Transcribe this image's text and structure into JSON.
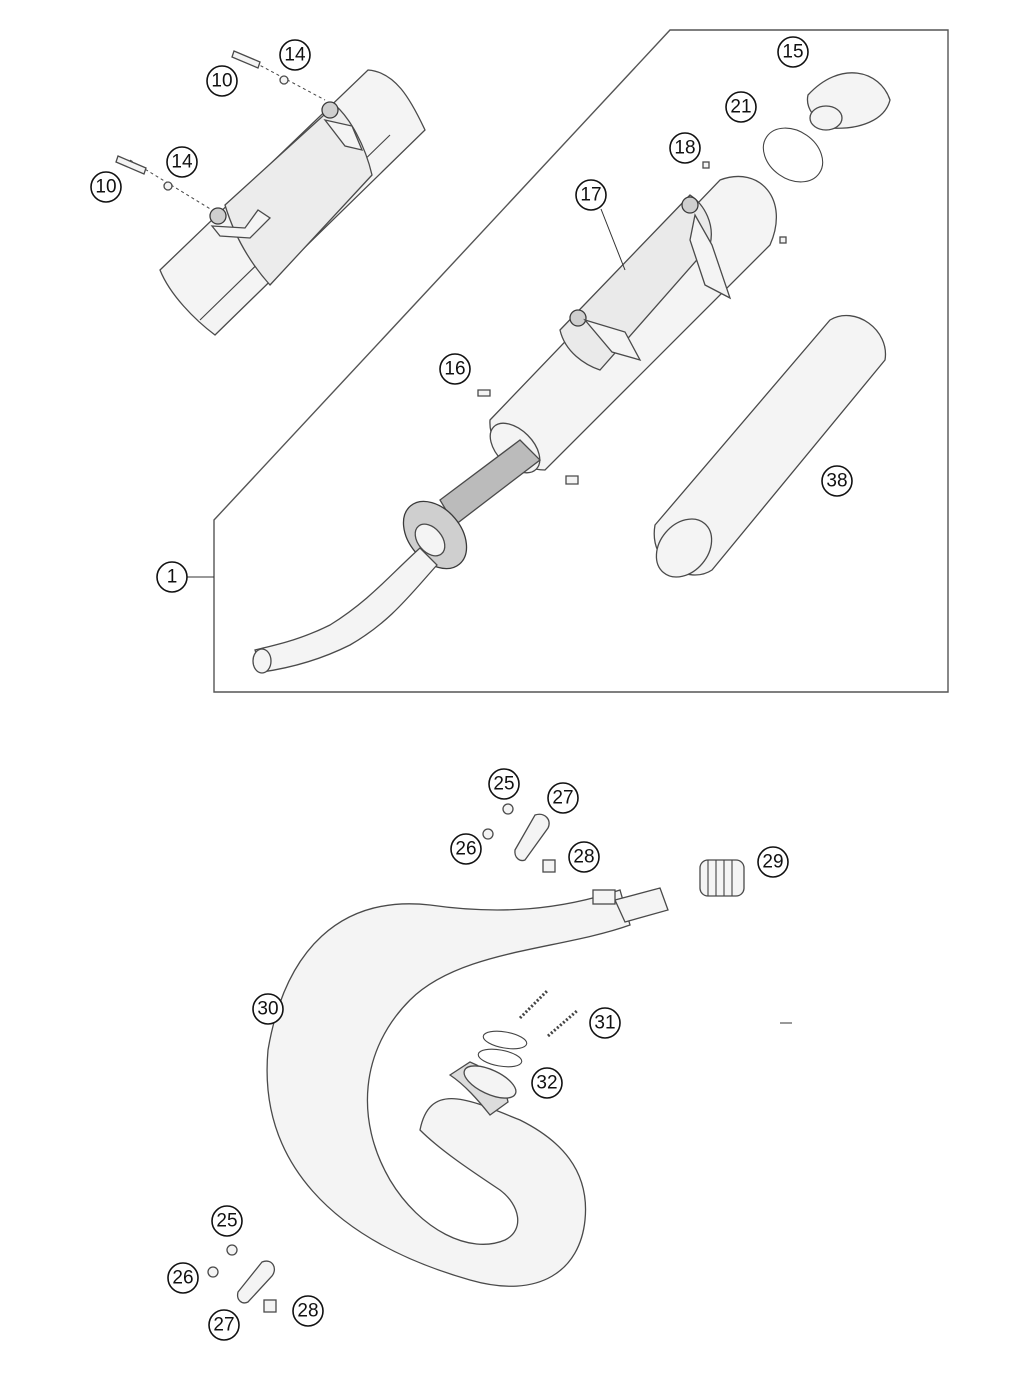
{
  "diagram": {
    "callouts": [
      {
        "id": "c10a",
        "label": "10"
      },
      {
        "id": "c14a",
        "label": "14"
      },
      {
        "id": "c10b",
        "label": "10"
      },
      {
        "id": "c14b",
        "label": "14"
      },
      {
        "id": "c15",
        "label": "15"
      },
      {
        "id": "c21",
        "label": "21"
      },
      {
        "id": "c18",
        "label": "18"
      },
      {
        "id": "c17",
        "label": "17"
      },
      {
        "id": "c16",
        "label": "16"
      },
      {
        "id": "c38",
        "label": "38"
      },
      {
        "id": "c1",
        "label": "1"
      },
      {
        "id": "c25a",
        "label": "25"
      },
      {
        "id": "c27a",
        "label": "27"
      },
      {
        "id": "c26a",
        "label": "26"
      },
      {
        "id": "c28a",
        "label": "28"
      },
      {
        "id": "c29",
        "label": "29"
      },
      {
        "id": "c30",
        "label": "30"
      },
      {
        "id": "c31",
        "label": "31"
      },
      {
        "id": "c32",
        "label": "32"
      },
      {
        "id": "c25b",
        "label": "25"
      },
      {
        "id": "c26b",
        "label": "26"
      },
      {
        "id": "c27b",
        "label": "27"
      },
      {
        "id": "c28b",
        "label": "28"
      }
    ]
  }
}
